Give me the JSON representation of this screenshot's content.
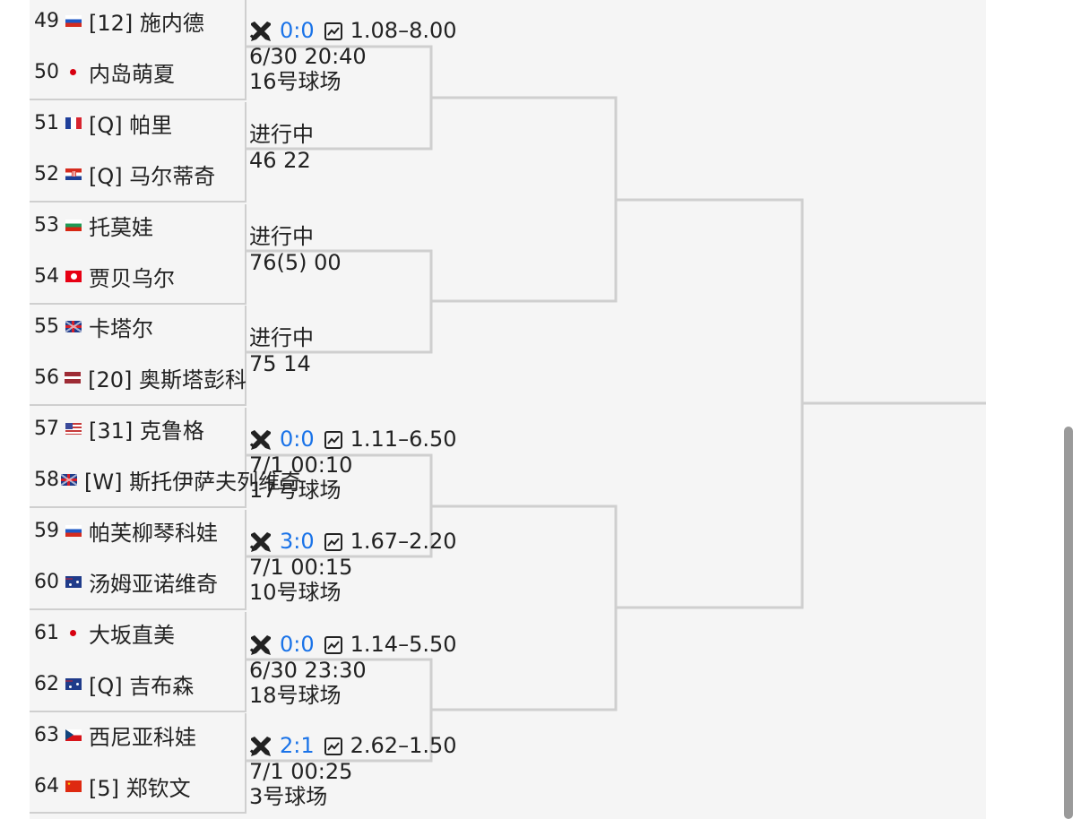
{
  "players": [
    {
      "num": "49",
      "flag": "ru",
      "name": "[12] 施内德"
    },
    {
      "num": "50",
      "flag": "jp",
      "name": "内岛萌夏"
    },
    {
      "num": "51",
      "flag": "fr",
      "name": "[Q] 帕里"
    },
    {
      "num": "52",
      "flag": "hr",
      "name": "[Q] 马尔蒂奇"
    },
    {
      "num": "53",
      "flag": "bg",
      "name": "托莫娃"
    },
    {
      "num": "54",
      "flag": "tn",
      "name": "贾贝乌尔"
    },
    {
      "num": "55",
      "flag": "gb",
      "name": "卡塔尔"
    },
    {
      "num": "56",
      "flag": "lv",
      "name": "[20] 奥斯塔彭科"
    },
    {
      "num": "57",
      "flag": "us",
      "name": "[31] 克鲁格"
    },
    {
      "num": "58",
      "flag": "gb",
      "name": "[W] 斯托伊萨夫列维奇"
    },
    {
      "num": "59",
      "flag": "ru",
      "name": "帕芙柳琴科娃"
    },
    {
      "num": "60",
      "flag": "au",
      "name": "汤姆亚诺维奇"
    },
    {
      "num": "61",
      "flag": "jp",
      "name": "大坂直美"
    },
    {
      "num": "62",
      "flag": "au",
      "name": "[Q] 吉布森"
    },
    {
      "num": "63",
      "flag": "cz",
      "name": "西尼亚科娃"
    },
    {
      "num": "64",
      "flag": "cn",
      "name": "[5] 郑钦文"
    }
  ],
  "matches": [
    {
      "score": "0:0",
      "odds": "1.08–8.00",
      "time": "6/30 20:40",
      "court": "16号球场"
    },
    {
      "status": "进行中",
      "sets": "46 22"
    },
    {
      "status": "进行中",
      "sets": "76(5) 00"
    },
    {
      "status": "进行中",
      "sets": "75 14"
    },
    {
      "score": "0:0",
      "odds": "1.11–6.50",
      "time": "7/1 00:10",
      "court": "17号球场"
    },
    {
      "score": "3:0",
      "odds": "1.67–2.20",
      "time": "7/1 00:15",
      "court": "10号球场"
    },
    {
      "score": "0:0",
      "odds": "1.14–5.50",
      "time": "6/30 23:30",
      "court": "18号球场"
    },
    {
      "score": "2:1",
      "odds": "2.62–1.50",
      "time": "7/1 00:25",
      "court": "3号球场"
    }
  ],
  "icons": {
    "versus": "crossed-swords-icon",
    "odds": "trend-chart-icon"
  },
  "colors": {
    "accent": "#1a73e8",
    "line": "#cfcfcf",
    "panel": "#f5f5f5"
  }
}
